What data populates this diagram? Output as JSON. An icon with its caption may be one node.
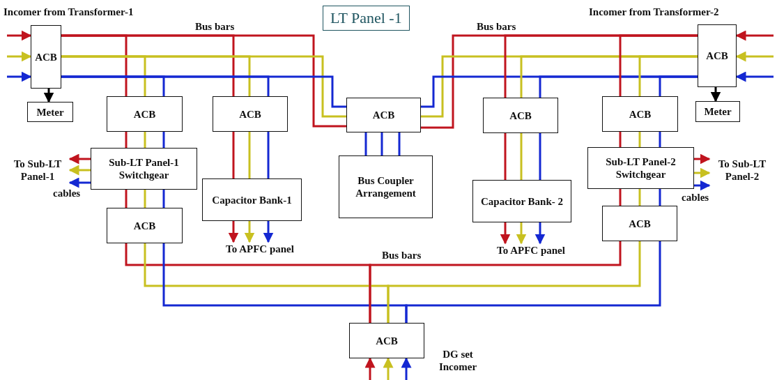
{
  "diagram": {
    "title": "LT Panel -1",
    "nodes": [
      {
        "text": [
          "ACB"
        ]
      },
      {
        "text": [
          "ACB"
        ]
      },
      {
        "text": [
          "Meter"
        ]
      },
      {
        "text": [
          "ACB"
        ]
      },
      {
        "text": [
          "Meter"
        ]
      },
      {
        "text": [
          "ACB"
        ]
      },
      {
        "text": [
          "ACB"
        ]
      },
      {
        "text": [
          "ACB"
        ]
      },
      {
        "text": [
          "ACB"
        ]
      },
      {
        "text": [
          "Sub-LT Panel-1 Switchgear"
        ]
      },
      {
        "text": [
          "Bus Coupler Arrangement"
        ]
      },
      {
        "text": [
          "Sub-LT Panel-2 Switchgear"
        ]
      },
      {
        "text": [
          "Capacitor Bank-1"
        ]
      },
      {
        "text": [
          "Capacitor Bank- 2"
        ]
      },
      {
        "text": [
          "ACB"
        ]
      },
      {
        "text": [
          "ACB"
        ]
      },
      {
        "text": [
          "ACB"
        ]
      },
      {
        "text": [
          "To Sub-LT Panel-1"
        ]
      },
      {
        "text": [
          "To Sub-LT Panel-2"
        ]
      },
      {
        "text": [
          "To APFC panel"
        ]
      },
      {
        "text": [
          "To APFC panel"
        ]
      }
    ],
    "edges": [
      {
        "from": null,
        "to": 0,
        "arrow": "to",
        "color": "#c0141e"
      },
      {
        "from": null,
        "to": 0,
        "arrow": "to",
        "color": "#c8c020"
      },
      {
        "from": null,
        "to": 0,
        "arrow": "to",
        "color": "#1428d2"
      },
      {
        "from": null,
        "to": 1,
        "arrow": "to",
        "color": "#c0141e"
      },
      {
        "from": null,
        "to": 1,
        "arrow": "to",
        "color": "#c8c020"
      },
      {
        "from": null,
        "to": 1,
        "arrow": "to",
        "color": "#1428d2"
      },
      {
        "from": 0,
        "to": 2,
        "arrow": "to",
        "color": "#000000"
      },
      {
        "from": 1,
        "to": 4,
        "arrow": "to",
        "color": "#000000"
      },
      {
        "from": 0,
        "to": 5,
        "arrow": "none",
        "color": "#c0141e"
      },
      {
        "from": 0,
        "to": 5,
        "arrow": "none",
        "color": "#c8c020"
      },
      {
        "from": 0,
        "to": 5,
        "arrow": "none",
        "color": "#1428d2"
      },
      {
        "from": 0,
        "to": 6,
        "arrow": "none",
        "color": "#c0141e"
      },
      {
        "from": 0,
        "to": 6,
        "arrow": "none",
        "color": "#c8c020"
      },
      {
        "from": 0,
        "to": 6,
        "arrow": "none",
        "color": "#1428d2"
      },
      {
        "from": 0,
        "to": 3,
        "arrow": "none",
        "color": "#c0141e"
      },
      {
        "from": 0,
        "to": 3,
        "arrow": "none",
        "color": "#c8c020"
      },
      {
        "from": 0,
        "to": 3,
        "arrow": "none",
        "color": "#1428d2"
      },
      {
        "from": 1,
        "to": 3,
        "arrow": "none",
        "color": "#c0141e"
      },
      {
        "from": 1,
        "to": 3,
        "arrow": "none",
        "color": "#c8c020"
      },
      {
        "from": 1,
        "to": 3,
        "arrow": "none",
        "color": "#1428d2"
      },
      {
        "from": 1,
        "to": 7,
        "arrow": "none",
        "color": "#c0141e"
      },
      {
        "from": 1,
        "to": 7,
        "arrow": "none",
        "color": "#c8c020"
      },
      {
        "from": 1,
        "to": 7,
        "arrow": "none",
        "color": "#1428d2"
      },
      {
        "from": 1,
        "to": 8,
        "arrow": "none",
        "color": "#c0141e"
      },
      {
        "from": 1,
        "to": 8,
        "arrow": "none",
        "color": "#c8c020"
      },
      {
        "from": 1,
        "to": 8,
        "arrow": "none",
        "color": "#1428d2"
      },
      {
        "from": 3,
        "to": 10,
        "arrow": "none",
        "color": "#1428d2"
      },
      {
        "from": 3,
        "to": 10,
        "arrow": "none",
        "color": "#1428d2"
      },
      {
        "from": 3,
        "to": 10,
        "arrow": "none",
        "color": "#1428d2"
      },
      {
        "from": 5,
        "to": 9,
        "arrow": "none",
        "color": "#c0141e"
      },
      {
        "from": 5,
        "to": 9,
        "arrow": "none",
        "color": "#c8c020"
      },
      {
        "from": 5,
        "to": 9,
        "arrow": "none",
        "color": "#1428d2"
      },
      {
        "from": 6,
        "to": 12,
        "arrow": "none",
        "color": "#c0141e"
      },
      {
        "from": 6,
        "to": 12,
        "arrow": "none",
        "color": "#c8c020"
      },
      {
        "from": 6,
        "to": 12,
        "arrow": "none",
        "color": "#1428d2"
      },
      {
        "from": 7,
        "to": 13,
        "arrow": "none",
        "color": "#c0141e"
      },
      {
        "from": 7,
        "to": 13,
        "arrow": "none",
        "color": "#c8c020"
      },
      {
        "from": 7,
        "to": 13,
        "arrow": "none",
        "color": "#1428d2"
      },
      {
        "from": 8,
        "to": 11,
        "arrow": "none",
        "color": "#c0141e"
      },
      {
        "from": 8,
        "to": 11,
        "arrow": "none",
        "color": "#c8c020"
      },
      {
        "from": 8,
        "to": 11,
        "arrow": "none",
        "color": "#1428d2"
      },
      {
        "from": 9,
        "to": 17,
        "arrow": "to",
        "color": "#c0141e"
      },
      {
        "from": 9,
        "to": 17,
        "arrow": "to",
        "color": "#c8c020"
      },
      {
        "from": 9,
        "to": 17,
        "arrow": "to",
        "color": "#1428d2"
      },
      {
        "from": 11,
        "to": 18,
        "arrow": "to",
        "color": "#c0141e"
      },
      {
        "from": 11,
        "to": 18,
        "arrow": "to",
        "color": "#c8c020"
      },
      {
        "from": 11,
        "to": 18,
        "arrow": "to",
        "color": "#1428d2"
      },
      {
        "from": 9,
        "to": 14,
        "arrow": "none",
        "color": "#c0141e"
      },
      {
        "from": 9,
        "to": 14,
        "arrow": "none",
        "color": "#c8c020"
      },
      {
        "from": 9,
        "to": 14,
        "arrow": "none",
        "color": "#1428d2"
      },
      {
        "from": 11,
        "to": 15,
        "arrow": "none",
        "color": "#c0141e"
      },
      {
        "from": 11,
        "to": 15,
        "arrow": "none",
        "color": "#c8c020"
      },
      {
        "from": 11,
        "to": 15,
        "arrow": "none",
        "color": "#1428d2"
      },
      {
        "from": 12,
        "to": 19,
        "arrow": "to",
        "color": "#c0141e"
      },
      {
        "from": 12,
        "to": 19,
        "arrow": "to",
        "color": "#c8c020"
      },
      {
        "from": 12,
        "to": 19,
        "arrow": "to",
        "color": "#1428d2"
      },
      {
        "from": 13,
        "to": 20,
        "arrow": "to",
        "color": "#c0141e"
      },
      {
        "from": 13,
        "to": 20,
        "arrow": "to",
        "color": "#c8c020"
      },
      {
        "from": 13,
        "to": 20,
        "arrow": "to",
        "color": "#1428d2"
      },
      {
        "from": 14,
        "to": 16,
        "arrow": "none",
        "color": "#c0141e"
      },
      {
        "from": 14,
        "to": 16,
        "arrow": "none",
        "color": "#c8c020"
      },
      {
        "from": 14,
        "to": 16,
        "arrow": "none",
        "color": "#1428d2"
      },
      {
        "from": 15,
        "to": 16,
        "arrow": "none",
        "color": "#c0141e"
      },
      {
        "from": 15,
        "to": 16,
        "arrow": "none",
        "color": "#c8c020"
      },
      {
        "from": 15,
        "to": 16,
        "arrow": "none",
        "color": "#1428d2"
      },
      {
        "from": null,
        "to": 16,
        "arrow": "to",
        "color": "#c0141e"
      },
      {
        "from": null,
        "to": 16,
        "arrow": "to",
        "color": "#c8c020"
      },
      {
        "from": null,
        "to": 16,
        "arrow": "to",
        "color": "#1428d2"
      }
    ],
    "labels": [
      "Incomer from Transformer-1",
      "Bus bars",
      "Bus bars",
      "Incomer from Transformer-2",
      "cables",
      "cables",
      "Bus bars",
      "DG set Incomer"
    ]
  }
}
